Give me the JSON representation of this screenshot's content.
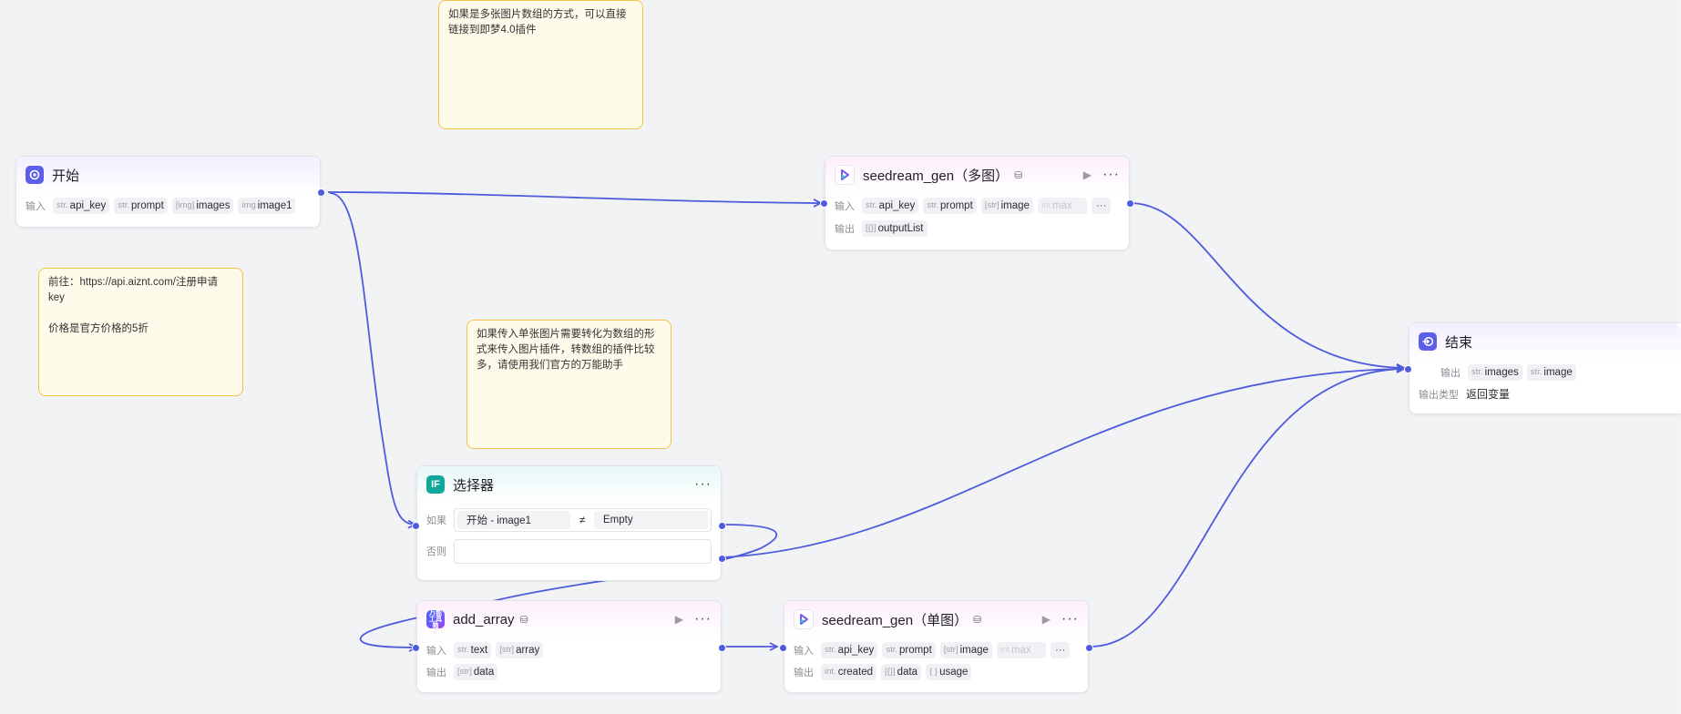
{
  "notes": {
    "top": "如果是多张图片数组的方式，可以直接链接到即梦4.0插件",
    "left": "前往：https://api.aiznt.com/注册申请key\n\n价格是官方价格的5折",
    "middle": "如果传入单张图片需要转化为数组的形式来传入图片插件，转数组的插件比较多，请使用我们官方的万能助手"
  },
  "labels": {
    "input": "输入",
    "output": "输出",
    "output_type": "输出类型",
    "if": "如果",
    "else": "否则"
  },
  "icons": {
    "start": "start-icon",
    "end": "end-icon",
    "condition": "if-icon",
    "tool": "tool-plugin-icon",
    "plugin": "seedream-plugin-icon",
    "store": "store-icon",
    "run": "play-icon",
    "more": "more-icon"
  },
  "colors": {
    "edge": "#4e5bdc",
    "note_bg": "#fffbea",
    "note_border": "#f5c249",
    "accent": "#5b5fe8"
  },
  "nodes": {
    "start": {
      "title": "开始",
      "inputs": [
        {
          "type": "str.",
          "name": "api_key"
        },
        {
          "type": "str.",
          "name": "prompt"
        },
        {
          "type": "[img]",
          "name": "images"
        },
        {
          "type": "img",
          "name": "image1"
        }
      ]
    },
    "seed_multi": {
      "title": "seedream_gen（多图）",
      "inputs": [
        {
          "type": "str.",
          "name": "api_key"
        },
        {
          "type": "str.",
          "name": "prompt"
        },
        {
          "type": "[str]",
          "name": "image"
        },
        {
          "type": "int",
          "name": "max"
        }
      ],
      "outputs": [
        {
          "type": "[{}]",
          "name": "outputList"
        }
      ]
    },
    "end": {
      "title": "结束",
      "outputs": [
        {
          "type": "str.",
          "name": "images"
        },
        {
          "type": "str.",
          "name": "image"
        }
      ],
      "output_type": "返回变量"
    },
    "selector": {
      "title": "选择器",
      "cond_left": "开始  -  image1",
      "cond_op": "≠",
      "cond_right": "Empty"
    },
    "add_array": {
      "title": "add_array",
      "icon_text": "万能工具箱",
      "inputs": [
        {
          "type": "str.",
          "name": "text"
        },
        {
          "type": "[str]",
          "name": "array"
        }
      ],
      "outputs": [
        {
          "type": "[str]",
          "name": "data"
        }
      ]
    },
    "seed_single": {
      "title": "seedream_gen（单图）",
      "inputs": [
        {
          "type": "str.",
          "name": "api_key"
        },
        {
          "type": "str.",
          "name": "prompt"
        },
        {
          "type": "[str]",
          "name": "image"
        },
        {
          "type": "int",
          "name": "max"
        }
      ],
      "outputs": [
        {
          "type": "int.",
          "name": "created"
        },
        {
          "type": "[{}]",
          "name": "data"
        },
        {
          "type": "{ }",
          "name": "usage"
        }
      ]
    }
  }
}
